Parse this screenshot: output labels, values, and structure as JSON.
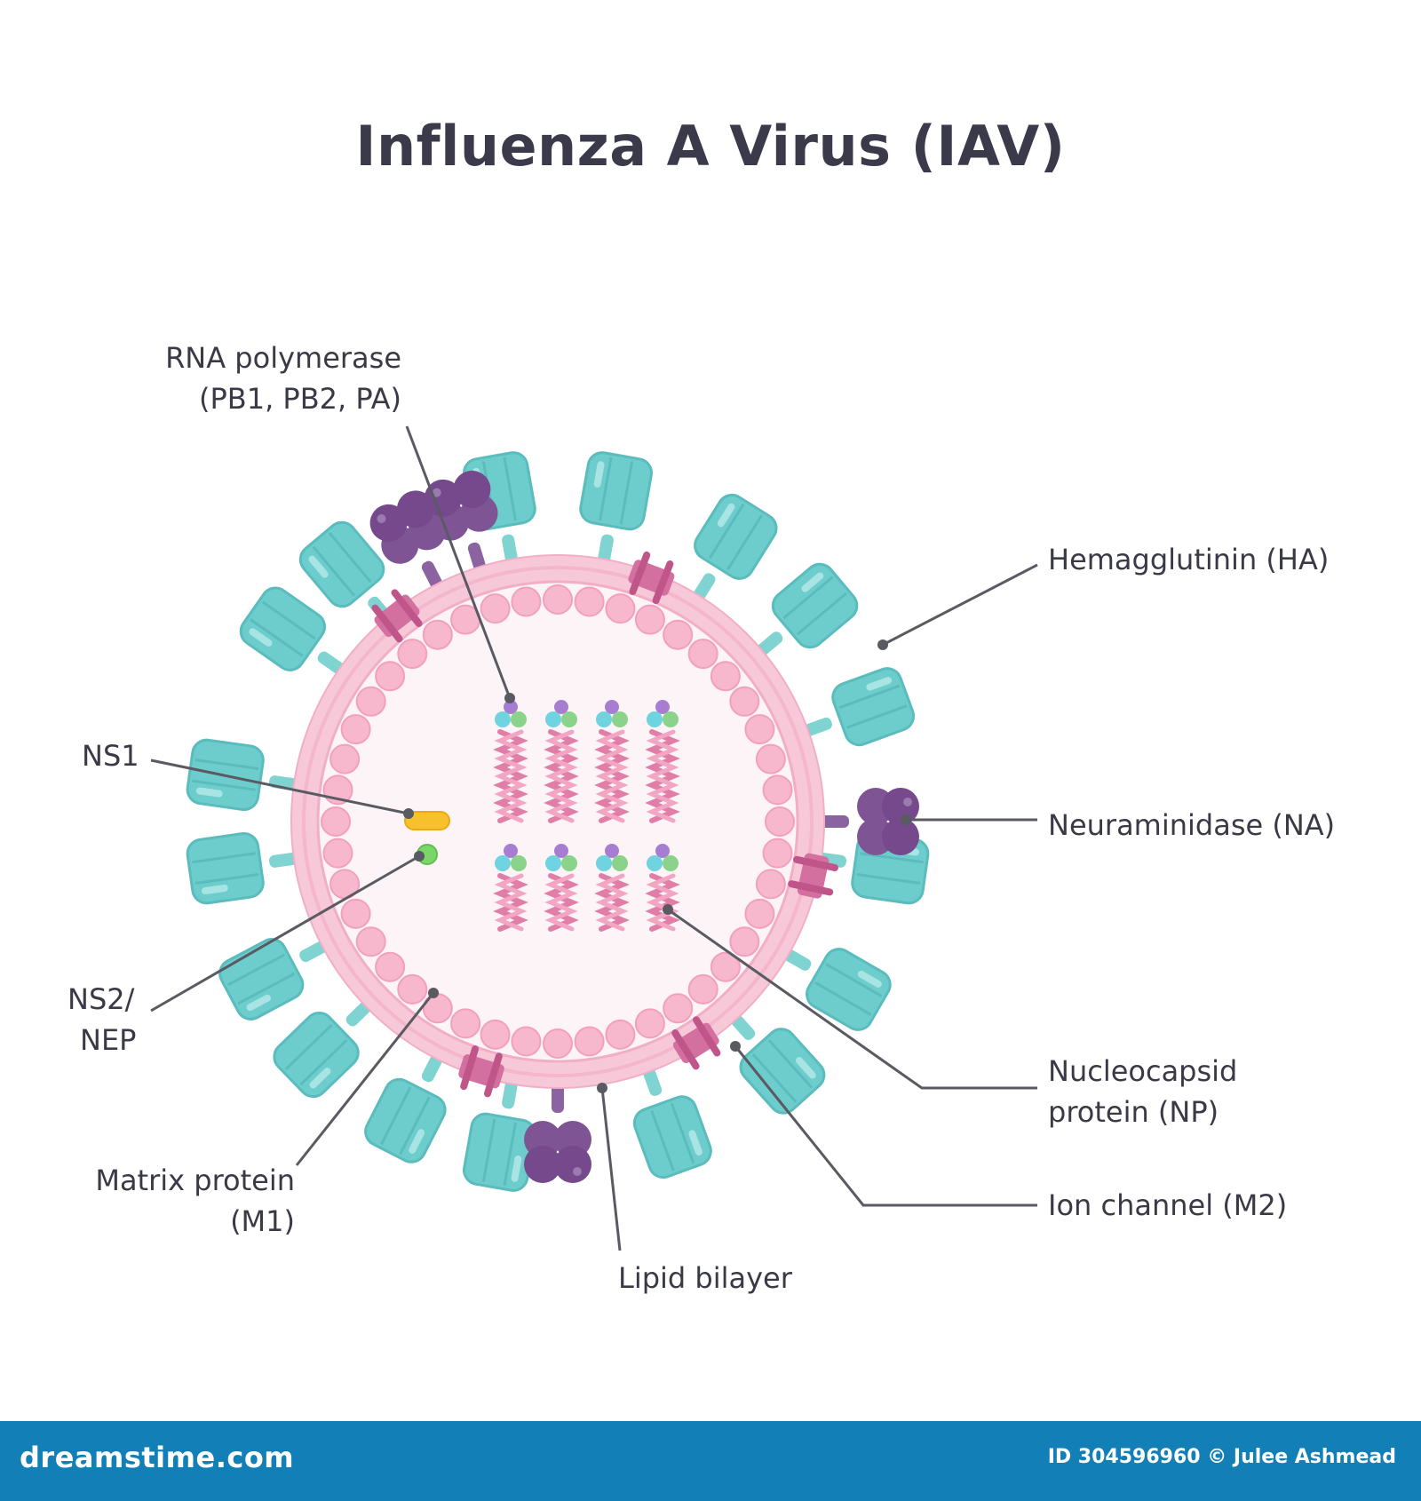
{
  "title": "Influenza A Virus (IAV)",
  "labels": {
    "rna_polymerase": [
      "RNA polymerase",
      "(PB1, PB2, PA)"
    ],
    "hemagglutinin": "Hemagglutinin (HA)",
    "ns1": "NS1",
    "neuraminidase": "Neuraminidase (NA)",
    "ns2_nep": [
      "NS2/",
      "NEP"
    ],
    "nucleocapsid": [
      "Nucleocapsid",
      "protein (NP)"
    ],
    "ion_channel": "Ion channel (M2)",
    "matrix_protein": [
      "Matrix protein",
      "(M1)"
    ],
    "lipid_bilayer": "Lipid bilayer"
  },
  "footer": {
    "brand": "dreamstime.com",
    "credit": "ID 304596960 © Julee Ashmead"
  },
  "colors": {
    "hemagglutinin": "#6dcdcd",
    "neuraminidase": "#7e5494",
    "ion_channel": "#d4709f",
    "membrane": "#f2aec6",
    "matrix": "#f7b7cd",
    "interior": "#fcf4f6",
    "leader_line": "#5a5a62",
    "footer": "#127fb6"
  }
}
